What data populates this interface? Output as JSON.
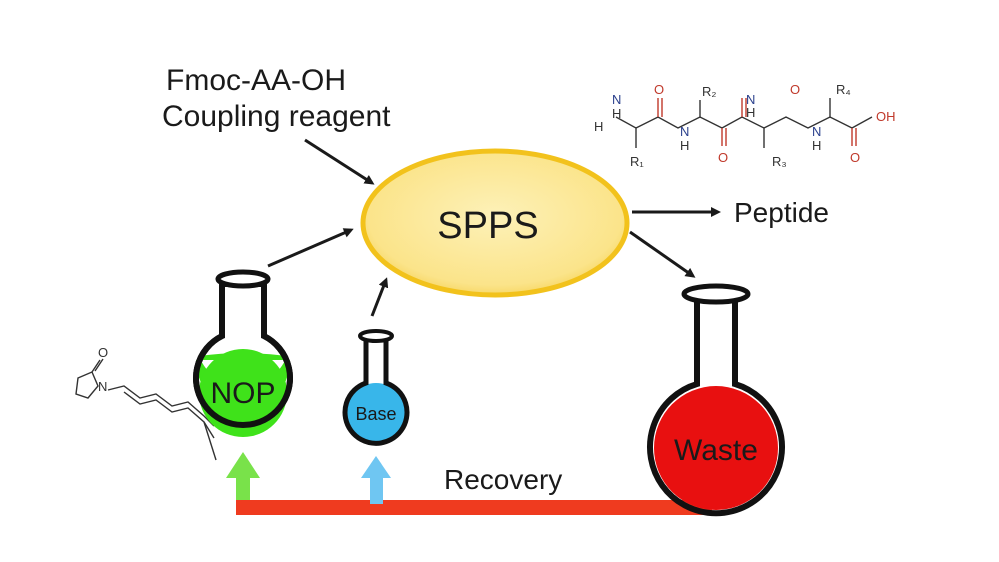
{
  "reagents": {
    "line1": "Fmoc-AA-OH",
    "line2": "Coupling reagent"
  },
  "center": {
    "label": "SPPS"
  },
  "product": {
    "label": "Peptide"
  },
  "flasks": {
    "solvent": {
      "label": "NOP",
      "color": "#3fe21a"
    },
    "base": {
      "label": "Base",
      "color": "#38b6ea"
    },
    "waste": {
      "label": "Waste",
      "color": "#e81010"
    }
  },
  "recovery": {
    "label": "Recovery",
    "color": "#ef3b1f"
  },
  "peptide_structure": {
    "h": "H",
    "n": "N",
    "o": "O",
    "oh": "OH",
    "r1": "R₁",
    "r2": "R₂",
    "r3": "R₃",
    "r4": "R₄"
  },
  "colors": {
    "ellipse_fill": "#fbe99a",
    "ellipse_stroke": "#f2c21c",
    "arrow": "#1a1a1a",
    "base_arrow": "#6fc6f2",
    "solvent_arrow": "#79e24a"
  }
}
